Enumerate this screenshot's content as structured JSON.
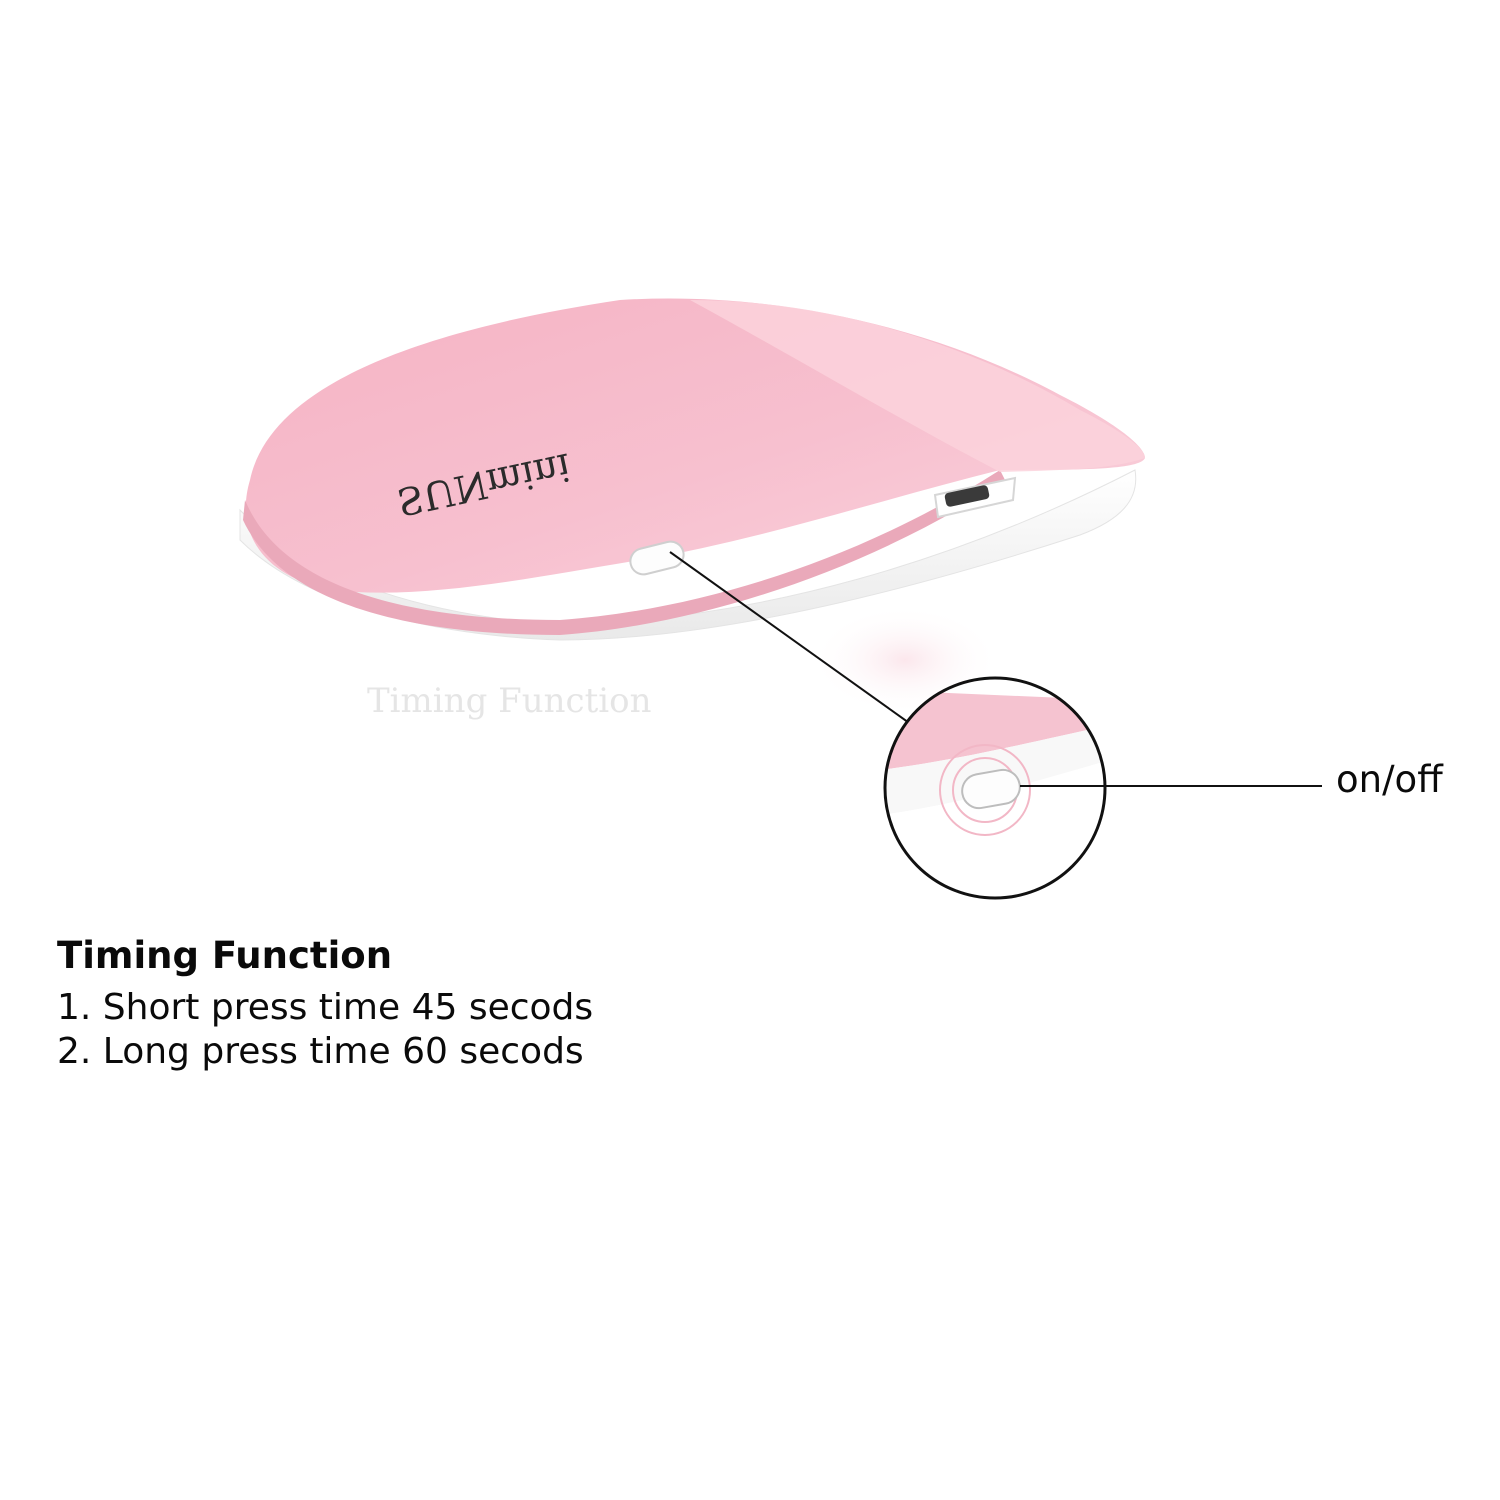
{
  "product": {
    "brand_logo": "SUNmini",
    "reflection_text": "Timing Function",
    "colors": {
      "shell": "#f6bccb",
      "shell_highlight": "#fad2dc",
      "base": "#f3f3f3"
    }
  },
  "callout": {
    "label": "on/off"
  },
  "timing": {
    "title": "Timing Function",
    "items": [
      "1. Short press time 45 secods",
      "2. Long press time 60 secods"
    ]
  }
}
